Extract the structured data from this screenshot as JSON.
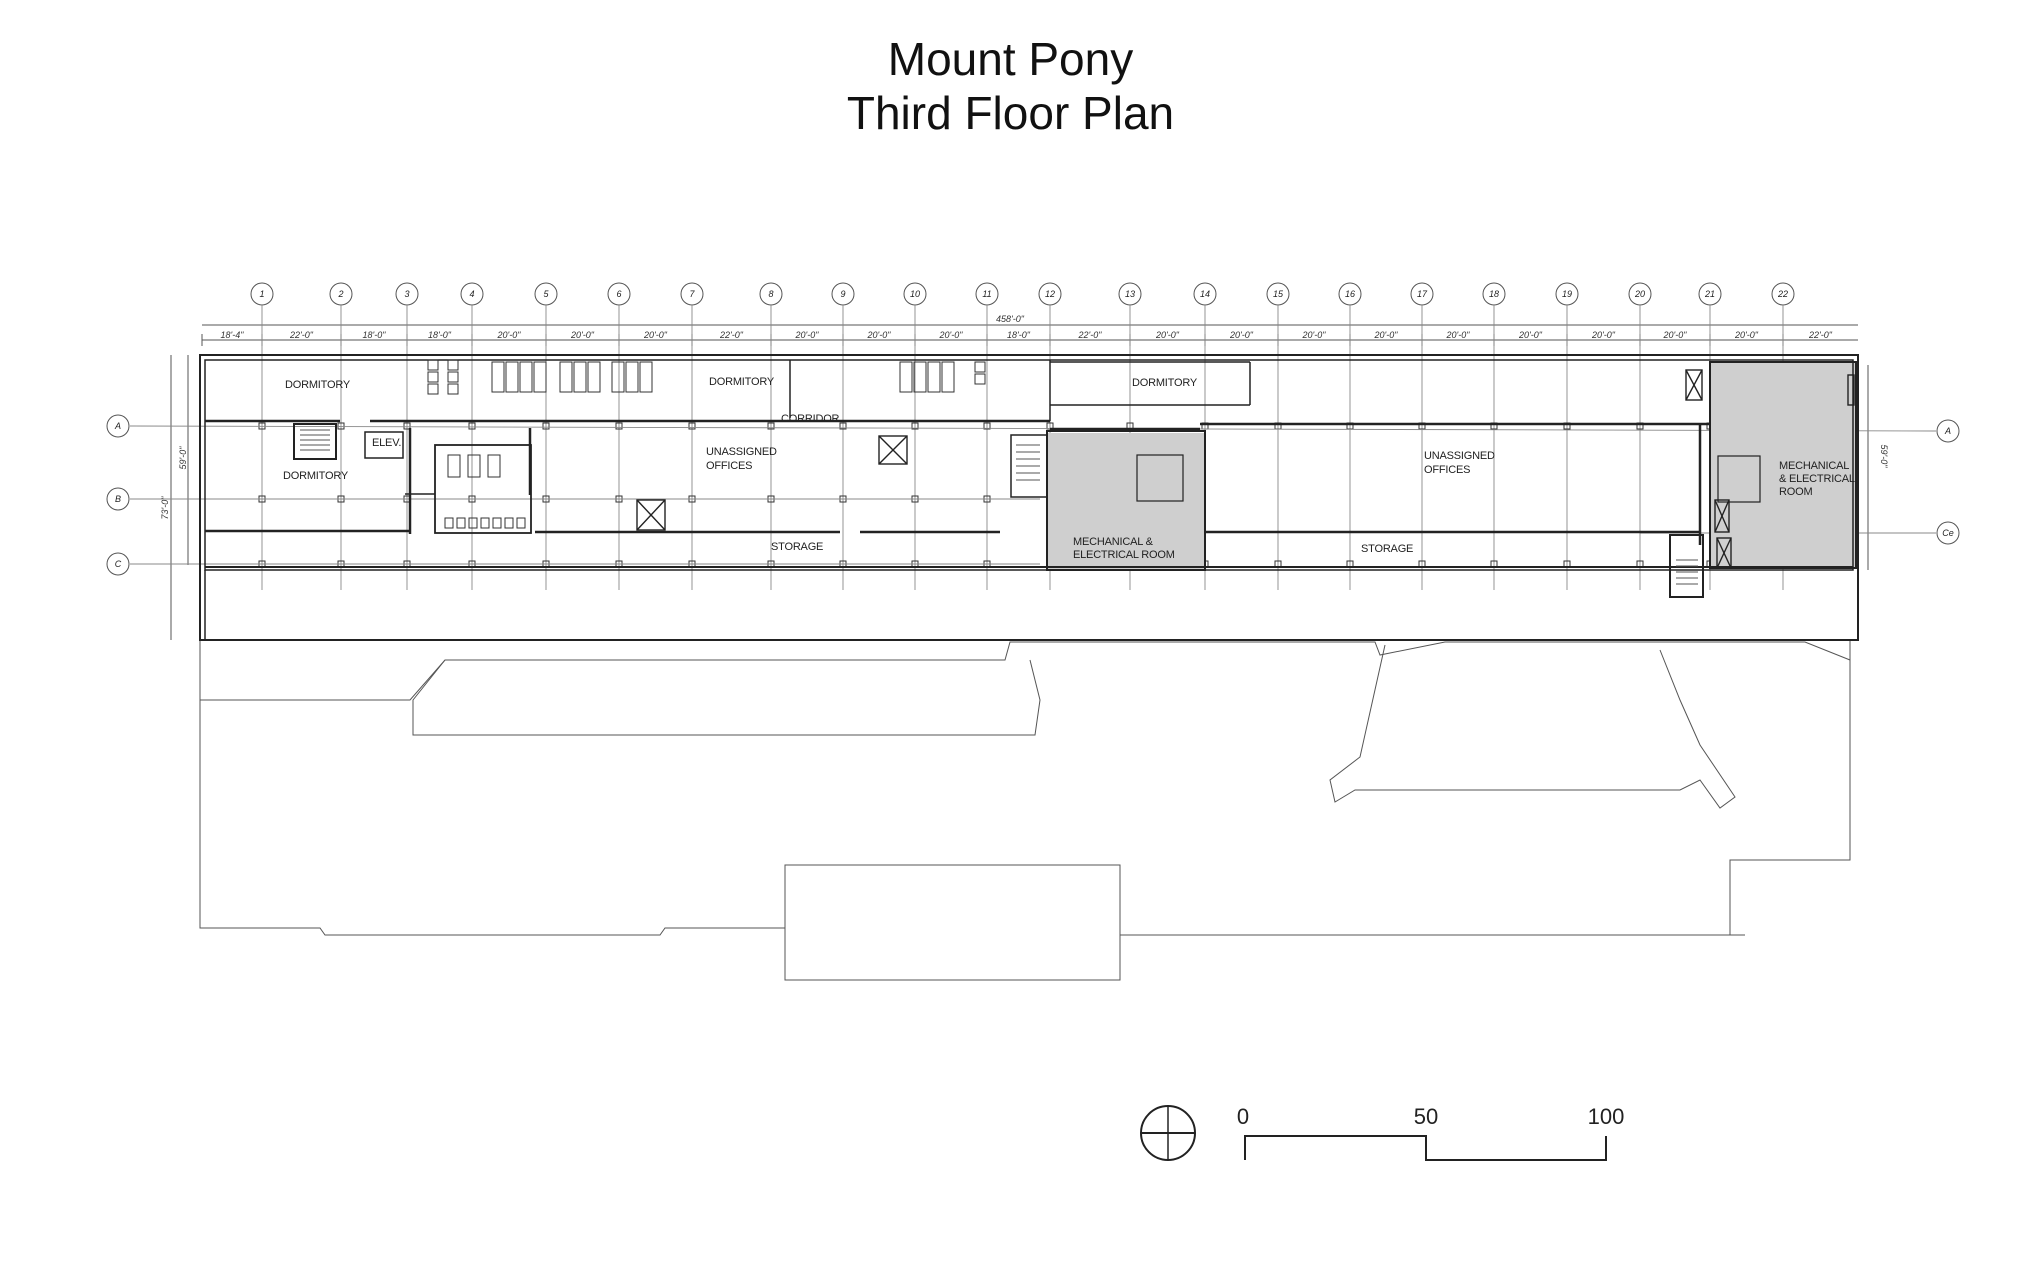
{
  "title": {
    "line1": "Mount Pony",
    "line2": "Third Floor Plan"
  },
  "plan": {
    "overall_dimension": "458'-0\"",
    "side_dimensions": {
      "overall": "73'-0\"",
      "left_inner": "59'-0\"",
      "right_inner": "59'-0\""
    },
    "column_bubbles": [
      "1",
      "2",
      "3",
      "4",
      "5",
      "6",
      "7",
      "8",
      "9",
      "10",
      "11",
      "12",
      "13",
      "14",
      "15",
      "16",
      "17",
      "18",
      "19",
      "20",
      "21",
      "22"
    ],
    "bay_dimensions": [
      "18'-4\"",
      "22'-0\"",
      "18'-0\"",
      "18'-0\"",
      "20'-0\"",
      "20'-0\"",
      "20'-0\"",
      "22'-0\"",
      "20'-0\"",
      "20'-0\"",
      "20'-0\"",
      "18'-0\"",
      "22'-0\"",
      "20'-0\"",
      "20'-0\"",
      "20'-0\"",
      "20'-0\"",
      "20'-0\"",
      "20'-0\"",
      "20'-0\"",
      "20'-0\"",
      "20'-0\"",
      "22'-0\""
    ],
    "row_bubbles_left": [
      "A",
      "B",
      "C"
    ],
    "row_bubbles_right": [
      "A",
      "Ce"
    ],
    "rooms": {
      "dormitory_1": "DORMITORY",
      "dormitory_2": "DORMITORY",
      "dormitory_3": "DORMITORY",
      "dormitory_4": "DORMITORY",
      "elevator": "ELEV.",
      "corridor": "CORRIDOR",
      "offices_west": [
        "UNASSIGNED",
        "OFFICES"
      ],
      "offices_east": [
        "UNASSIGNED",
        "OFFICES"
      ],
      "storage_west": "STORAGE",
      "storage_east": "STORAGE",
      "mech_center": [
        "MECHANICAL &",
        "ELECTRICAL ROOM"
      ],
      "mech_east": [
        "MECHANICAL",
        "& ELECTRICAL",
        "ROOM"
      ]
    },
    "colors": {
      "mechanical_fill": "#cfcfcf",
      "line": "#222222"
    }
  },
  "scale_bar": {
    "labels": [
      "0",
      "50",
      "100"
    ]
  }
}
